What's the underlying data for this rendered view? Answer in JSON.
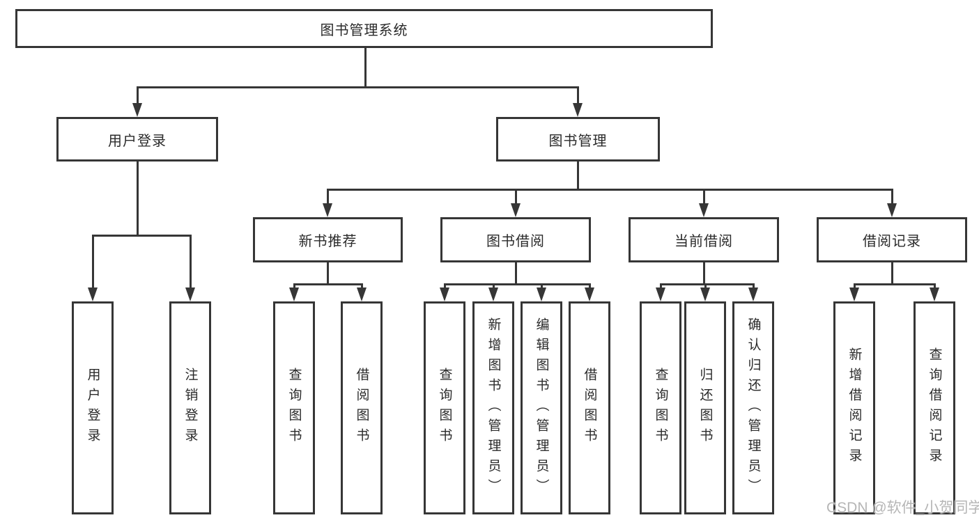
{
  "diagram": {
    "root": "图书管理系统",
    "level2": {
      "user_login": "用户登录",
      "book_mgmt": "图书管理"
    },
    "level3": {
      "new_book": "新书推荐",
      "book_borrow": "图书借阅",
      "current_borrow": "当前借阅",
      "borrow_record": "借阅记录"
    },
    "leaves": {
      "ul1": "用户登录",
      "ul2": "注销登录",
      "nb1": "查询图书",
      "nb2": "借阅图书",
      "bb1": "查询图书",
      "bb2": "新增图书（管理员）",
      "bb3": "编辑图书（管理员）",
      "bb4": "借阅图书",
      "cb1": "查询图书",
      "cb2": "归还图书",
      "cb3": "确认归还（管理员）",
      "br1": "新增借阅记录",
      "br2": "查询借阅记录"
    },
    "watermark": "CSDN @软件_小贺同学",
    "line_color": "#363636"
  }
}
